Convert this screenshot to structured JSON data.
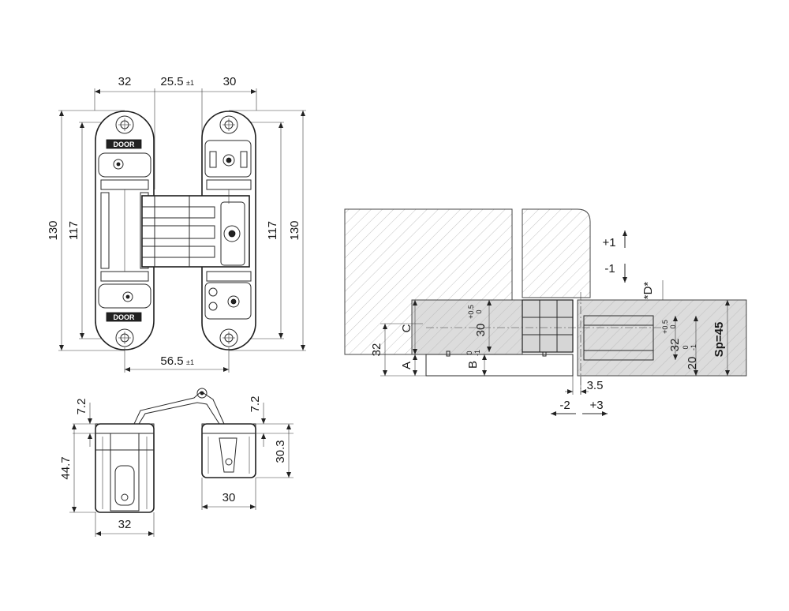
{
  "front_view": {
    "dim_top_left": "32",
    "dim_top_mid": "25.5",
    "dim_top_mid_tol": "±1",
    "dim_top_right": "30",
    "dim_height_outer_left": "130",
    "dim_height_inner_left": "117",
    "dim_height_inner_right": "117",
    "dim_height_outer_right": "130",
    "dim_bottom": "56.5",
    "dim_bottom_tol": "±1",
    "label_top": "DOOR",
    "label_bottom": "DOOR"
  },
  "side_view": {
    "dim_left_top": "7.2",
    "dim_left_height": "44.7",
    "dim_left_width": "32",
    "dim_right_top": "7.2",
    "dim_right_height": "30.3",
    "dim_right_width": "30"
  },
  "section_view": {
    "adj_up": "+1",
    "adj_down": "-1",
    "label_d": "*D*",
    "label_c": "C",
    "label_a": "A",
    "label_b": "B",
    "tol_b_upper": "0",
    "tol_b_lower": "-1",
    "dim_32_left": "32",
    "dim_30": "30",
    "tol_30_upper": "+0.5",
    "tol_30_lower": "0",
    "dim_32_right": "32",
    "tol_32_upper": "+0.5",
    "tol_32_lower": "0",
    "dim_20": "20",
    "tol_20_upper": "0",
    "tol_20_lower": "-1",
    "sp_label": "Sp=45",
    "dim_3_5": "3.5",
    "adj_left": "-2",
    "adj_right": "+3"
  }
}
